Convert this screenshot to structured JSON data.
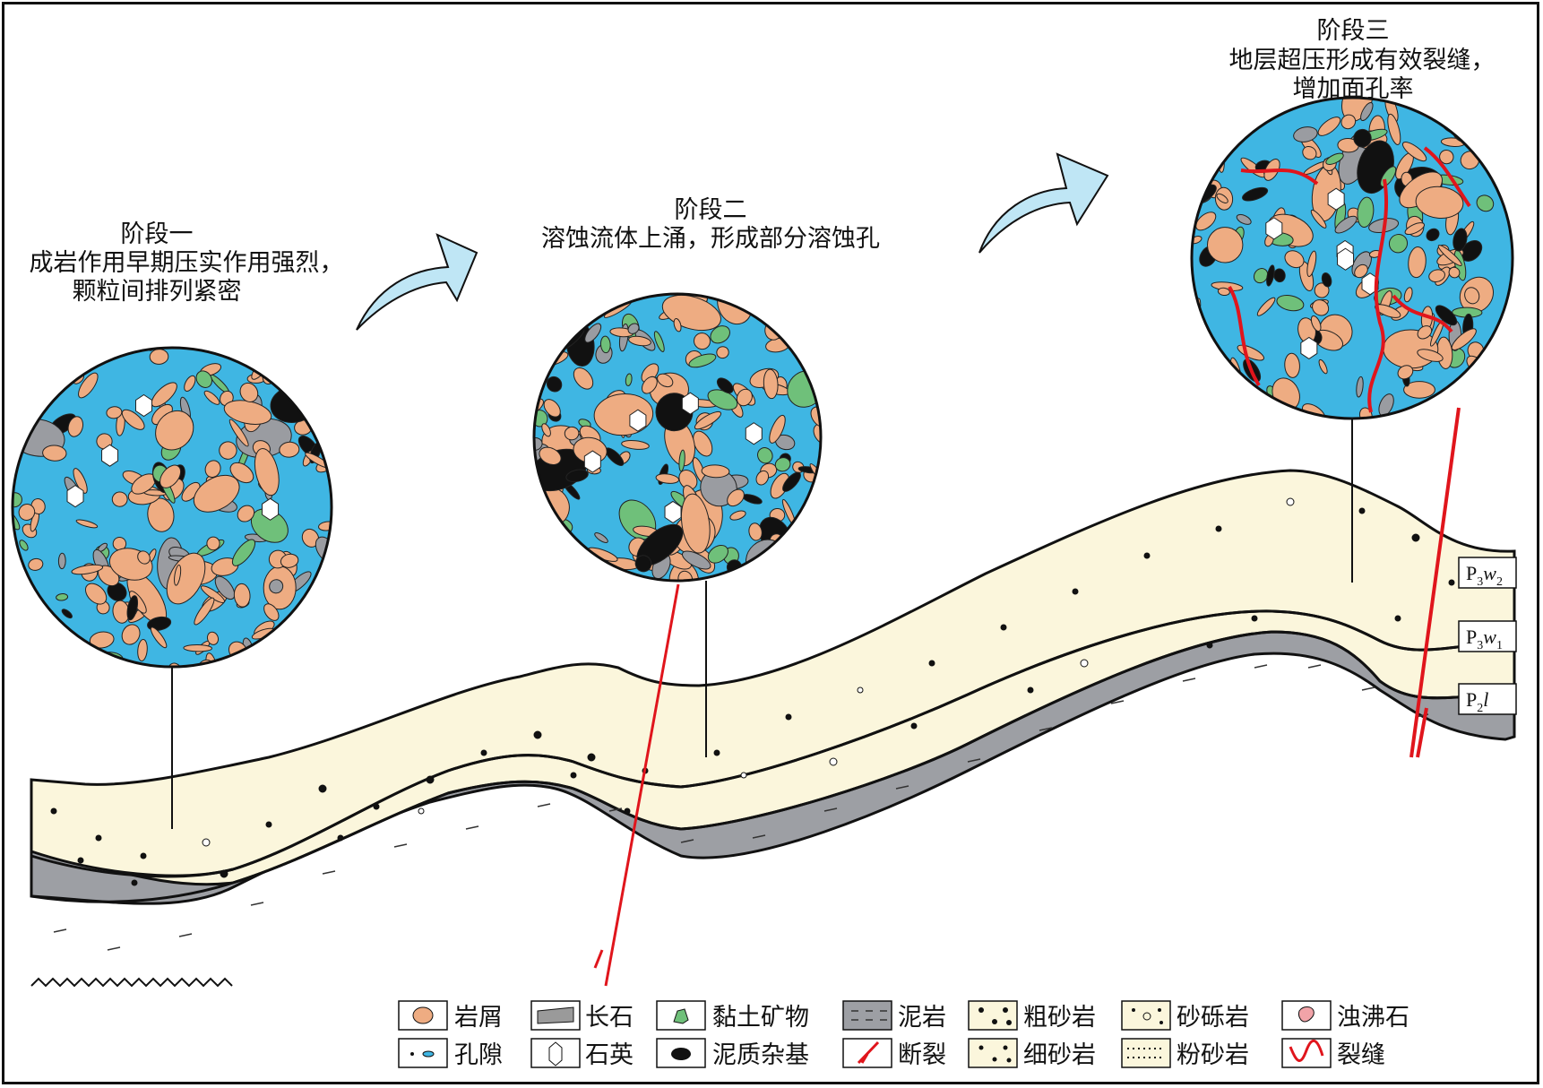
{
  "stages": [
    {
      "title": "阶段一",
      "line1": "成岩作用早期压实作用强烈，",
      "line2": "颗粒间排列紧密"
    },
    {
      "title": "阶段二",
      "line1": "溶蚀流体上涌，形成部分溶蚀孔",
      "line2": ""
    },
    {
      "title": "阶段三",
      "line1": "地层超压形成有效裂缝，",
      "line2": "增加面孔率"
    }
  ],
  "formations": [
    {
      "main": "P",
      "sub1": "3",
      "italic": "w",
      "sub2": "2"
    },
    {
      "main": "P",
      "sub1": "3",
      "italic": "w",
      "sub2": "1"
    },
    {
      "main": "P",
      "sub1": "2",
      "italic": "l",
      "sub2": ""
    }
  ],
  "legend": [
    {
      "label": "岩屑",
      "icon": "rock-debris-icon"
    },
    {
      "label": "长石",
      "icon": "feldspar-icon"
    },
    {
      "label": "黏土矿物",
      "icon": "clay-mineral-icon"
    },
    {
      "label": "泥岩",
      "icon": "mudstone-icon"
    },
    {
      "label": "粗砂岩",
      "icon": "coarse-sandstone-icon"
    },
    {
      "label": "砂砾岩",
      "icon": "glutenite-icon"
    },
    {
      "label": "浊沸石",
      "icon": "laumontite-icon"
    },
    {
      "label": "孔隙",
      "icon": "pore-icon"
    },
    {
      "label": "石英",
      "icon": "quartz-icon"
    },
    {
      "label": "泥质杂基",
      "icon": "argillaceous-matrix-icon"
    },
    {
      "label": "断裂",
      "icon": "fault-icon"
    },
    {
      "label": "细砂岩",
      "icon": "fine-sandstone-icon"
    },
    {
      "label": "粉砂岩",
      "icon": "siltstone-icon"
    },
    {
      "label": "裂缝",
      "icon": "fracture-icon"
    }
  ],
  "colors": {
    "pore_fill": "#3fb6e3",
    "rock_debris": "#eeac82",
    "sand_layer": "#fbf6dc",
    "mudstone": "#9d9fa4",
    "fault": "#e0151c",
    "arrow": "#bfe6f5"
  }
}
